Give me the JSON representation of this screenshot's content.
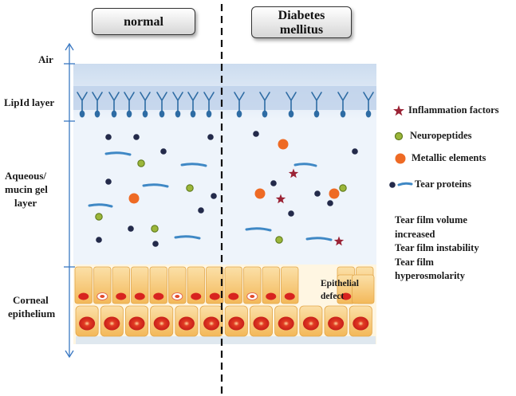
{
  "headers": {
    "normal": "normal",
    "diabetes_line1": "Diabetes",
    "diabetes_line2": "mellitus"
  },
  "layers": {
    "air": "Air",
    "lipid": "LipId layer",
    "aqueous_1": "Aqueous/",
    "aqueous_2": "mucin gel",
    "aqueous_3": "layer",
    "corneal_1": "Corneal",
    "corneal_2": "epithelium"
  },
  "legend": {
    "inflammation": "Inflammation factors",
    "neuropeptides": "Neuropeptides",
    "metallic": "Metallic elements",
    "tear_proteins": "Tear proteins"
  },
  "effects": {
    "line1": "Tear film volume",
    "line2": "increased",
    "line3": "Tear film instability",
    "line4": "Tear film",
    "line5": "hyperosmolarity"
  },
  "defect": {
    "line1": "Epithelial",
    "line2": "defect"
  },
  "icons": {
    "inflammation": "star-icon",
    "neuropeptide": "green-ring-dot-icon",
    "metallic": "orange-dot-icon",
    "tear_protein": "navy-dot-and-blue-dash-icon"
  },
  "colors": {
    "inflammation": "#9b2335",
    "neuropeptide": "#9bb63a",
    "metallic": "#ee6a24",
    "protein_dot": "#232a4a",
    "protein_dash": "#3f88c5",
    "lipid": "#2e6ca4",
    "cell": "#f6c877",
    "nucleus": "#d8231f",
    "axis": "#3a78c2"
  }
}
